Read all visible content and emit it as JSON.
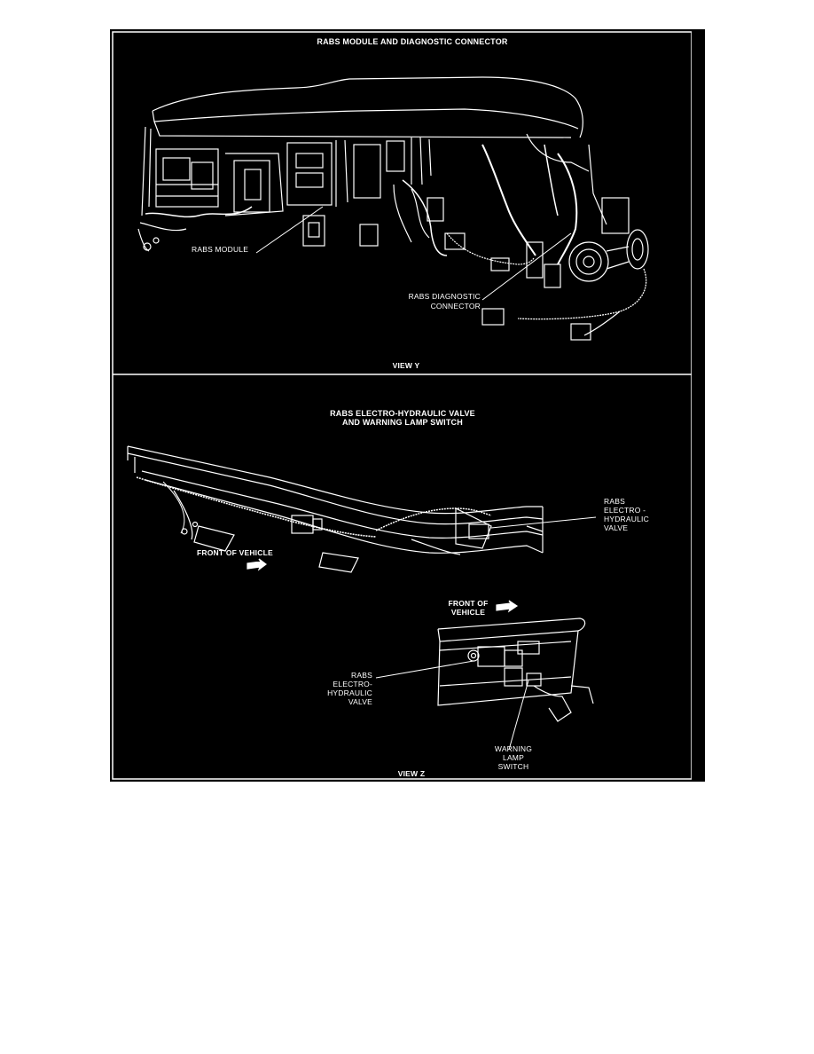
{
  "view_y": {
    "title": "RABS MODULE AND DIAGNOSTIC CONNECTOR",
    "module_label": "RABS MODULE",
    "diag_label_line1": "RABS DIAGNOSTIC",
    "diag_label_line2": "CONNECTOR",
    "caption": "VIEW Y"
  },
  "view_z": {
    "title_line1": "RABS ELECTRO-HYDRAULIC VALVE",
    "title_line2": "AND WARNING LAMP SWITCH",
    "valve_label_right": [
      "RABS",
      "ELECTRO -",
      "HYDRAULIC",
      "VALVE"
    ],
    "front_label_left": "FRONT OF VEHICLE",
    "front_label_detail": [
      "FRONT OF",
      "VEHICLE"
    ],
    "valve_label_left": [
      "RABS",
      "ELECTRO-",
      "HYDRAULIC",
      "VALVE"
    ],
    "switch_label": [
      "WARNING",
      "LAMP",
      "SWITCH"
    ],
    "caption": "VIEW Z"
  },
  "colors": {
    "background": "#000000",
    "ink": "#ffffff",
    "page": "#ffffff"
  }
}
